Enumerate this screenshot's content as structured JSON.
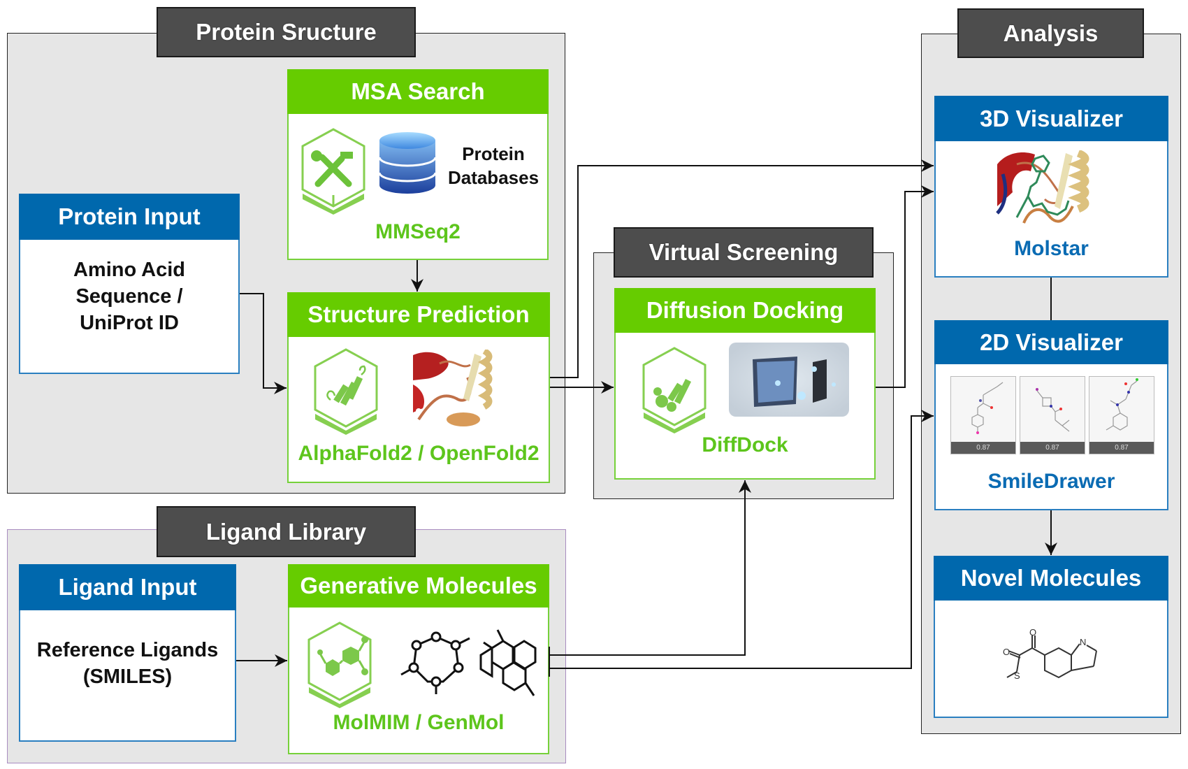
{
  "groups": {
    "protein_structure": {
      "title": "Protein Sructure"
    },
    "virtual_screening": {
      "title": "Virtual Screening"
    },
    "ligand_library": {
      "title": "Ligand Library"
    },
    "analysis": {
      "title": "Analysis"
    }
  },
  "nodes": {
    "protein_input": {
      "header": "Protein Input",
      "lines": [
        "Amino Acid",
        "Sequence /",
        "UniProt ID"
      ]
    },
    "msa_search": {
      "header": "MSA Search",
      "db_label_1": "Protein",
      "db_label_2": "Databases",
      "caption": "MMSeq2",
      "icons": [
        "tools-hexagon-icon",
        "database-icon"
      ]
    },
    "structure_prediction": {
      "header": "Structure Prediction",
      "caption": "AlphaFold2 / OpenFold2",
      "icons": [
        "protein-hexagon-icon",
        "protein-ribbon-image"
      ]
    },
    "diffusion_docking": {
      "header": "Diffusion Docking",
      "caption": "DiffDock",
      "icons": [
        "docking-hexagon-icon",
        "docking-render-image"
      ]
    },
    "ligand_input": {
      "header": "Ligand Input",
      "lines": [
        "Reference Ligands",
        "(SMILES)"
      ]
    },
    "generative_molecules": {
      "header": "Generative Molecules",
      "caption": "MolMIM / GenMol",
      "icons": [
        "molecule-hexagon-icon",
        "macrocycle-icon",
        "polycyclic-icon"
      ]
    },
    "visualizer_3d": {
      "header": "3D Visualizer",
      "caption": "Molstar",
      "icons": [
        "protein-ligand-complex-image"
      ]
    },
    "visualizer_2d": {
      "header": "2D Visualizer",
      "caption": "SmileDrawer",
      "thumbnails": [
        {
          "score": "0.87"
        },
        {
          "score": "0.87"
        },
        {
          "score": "0.87"
        }
      ]
    },
    "novel_molecules": {
      "header": "Novel Molecules",
      "icons": [
        "indole-thioester-structure-image"
      ]
    }
  },
  "edges": [
    {
      "from": "protein_input",
      "to": "structure_prediction"
    },
    {
      "from": "msa_search",
      "to": "structure_prediction"
    },
    {
      "from": "structure_prediction",
      "to": "visualizer_3d"
    },
    {
      "from": "structure_prediction",
      "to": "diffusion_docking"
    },
    {
      "from": "diffusion_docking",
      "to": "visualizer_3d"
    },
    {
      "from": "ligand_input",
      "to": "generative_molecules"
    },
    {
      "from": "generative_molecules",
      "to": "diffusion_docking"
    },
    {
      "from": "generative_molecules",
      "to": "visualizer_2d"
    },
    {
      "from": "visualizer_3d",
      "to": "visualizer_2d"
    },
    {
      "from": "visualizer_2d",
      "to": "novel_molecules"
    }
  ],
  "colors": {
    "green_header": "#66cc00",
    "blue_header": "#0068ad",
    "group_tag": "#4d4d4d",
    "group_bg": "#e6e6e6"
  }
}
